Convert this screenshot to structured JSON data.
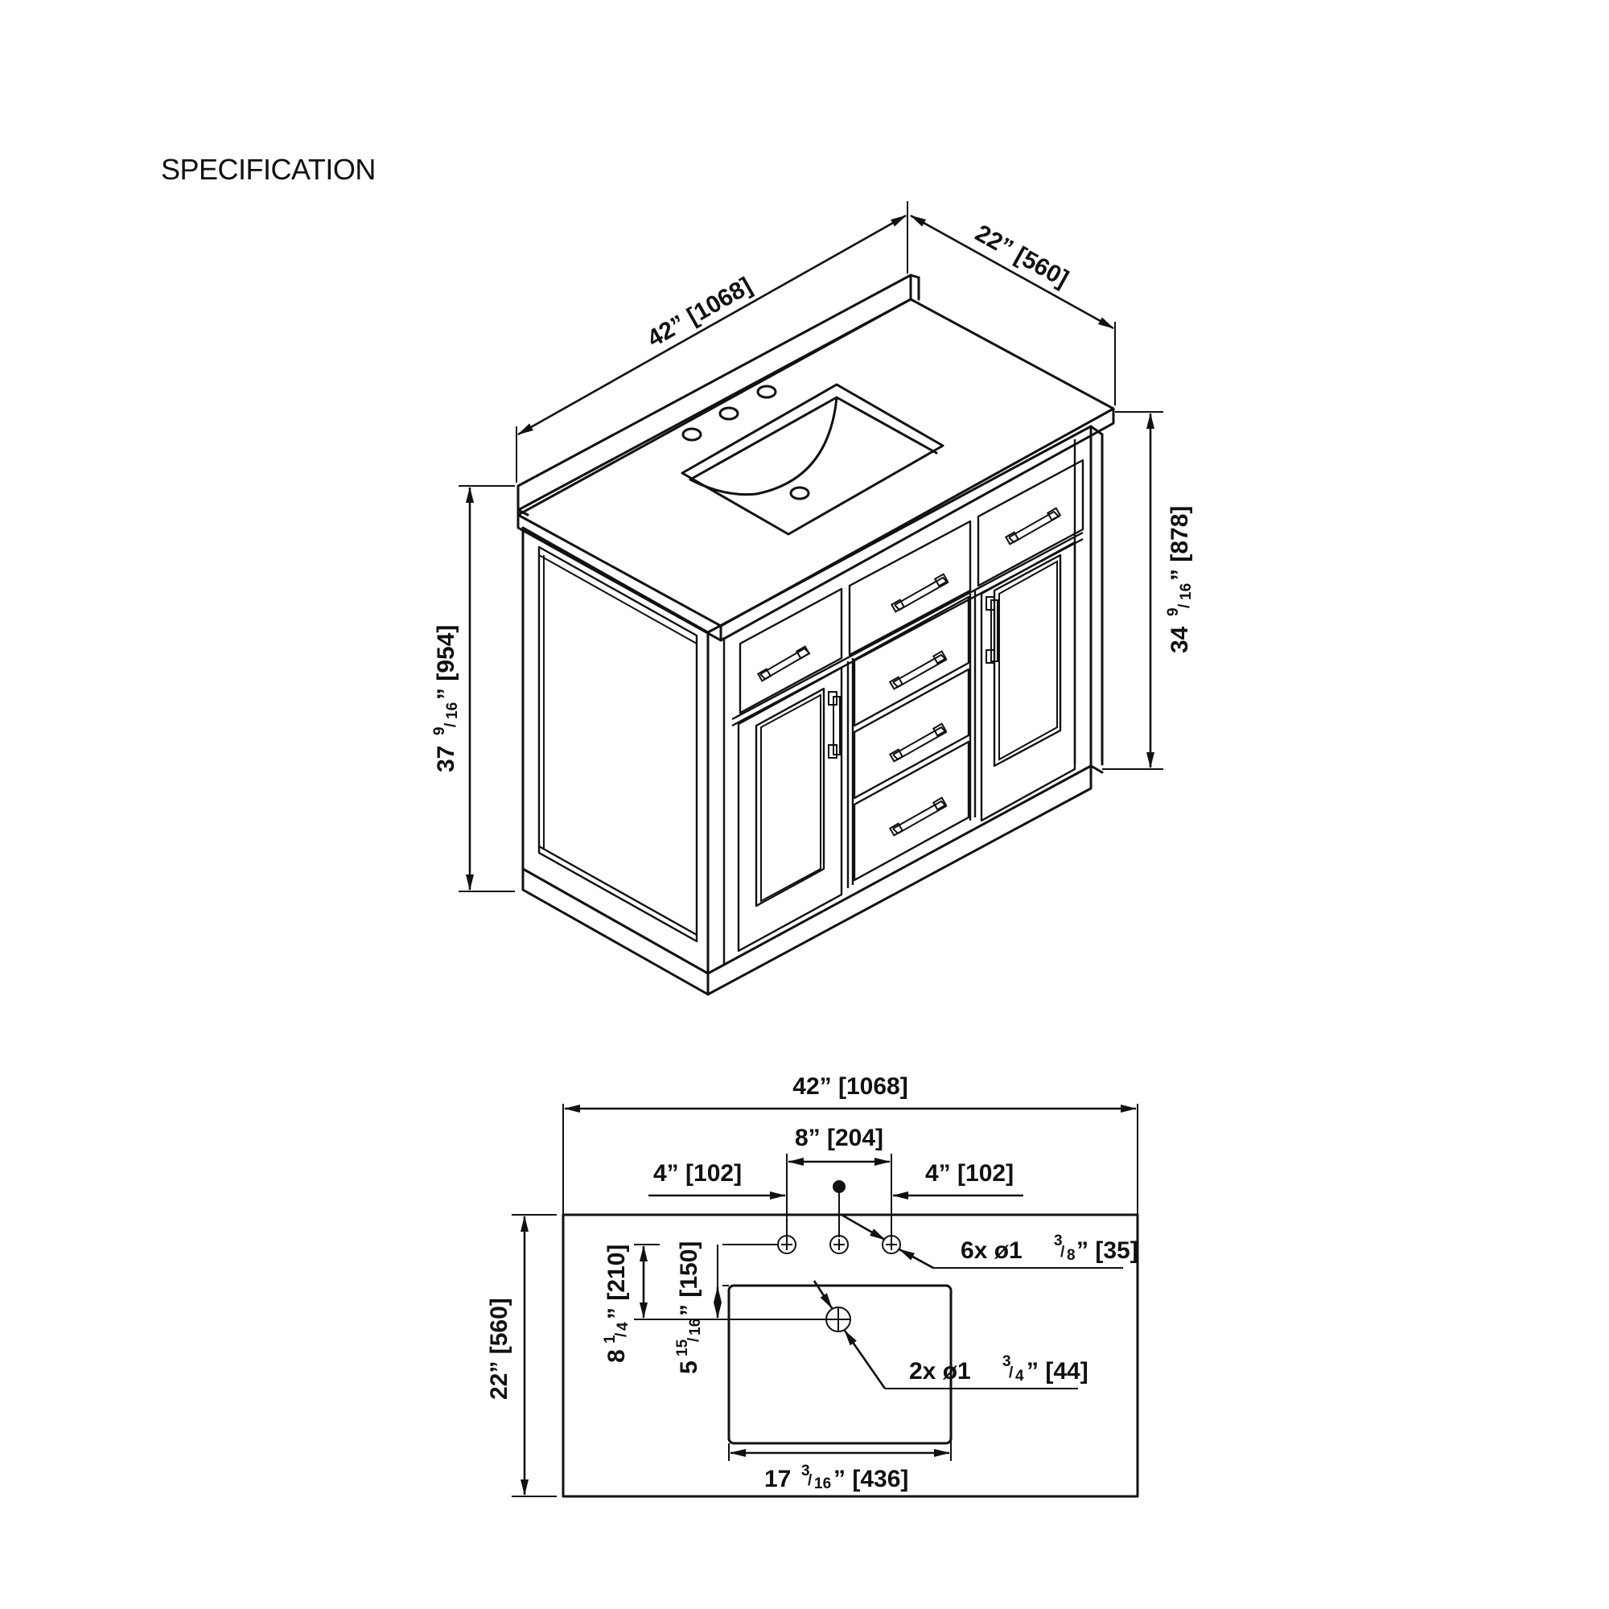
{
  "page": {
    "title": "SPECIFICATION"
  },
  "isometric_view": {
    "width_label": "42” [1068]",
    "depth_label": "22” [560]",
    "overall_height_label": {
      "whole": "37",
      "frac_num": "9",
      "frac_den": "16",
      "metric": "” [954]"
    },
    "counter_height_label": {
      "whole": "34",
      "frac_num": "9",
      "frac_den": "16",
      "metric": "” [878]"
    },
    "features": {
      "faucet_holes": 3,
      "undermount_sink": true,
      "drawers_top_row": 3,
      "drawers_center_stack": 3,
      "doors": 2,
      "backsplash": true
    }
  },
  "top_view": {
    "overall_width_label": "42” [1068]",
    "faucet_spread_label": "8” [204]",
    "left_offset_label": "4” [102]",
    "right_offset_label": "4” [102]",
    "depth_label": "22” [560]",
    "faucet_to_drain_label": {
      "whole": "8",
      "frac_num": "1",
      "frac_den": "4",
      "metric": "” [210]"
    },
    "sink_edge_to_drain_label": {
      "whole": "5",
      "frac_num": "15",
      "frac_den": "16",
      "metric": "” [150]"
    },
    "faucet_hole_callout": {
      "prefix": "6x ø1 ",
      "frac_num": "3",
      "frac_den": "8",
      "metric": "” [35]"
    },
    "drain_callout": {
      "prefix": "2x ø1 ",
      "frac_num": "3",
      "frac_den": "4",
      "metric": "” [44]"
    },
    "sink_width_label": {
      "whole": "17 ",
      "frac_num": "3",
      "frac_den": "16",
      "metric": "” [436]"
    }
  },
  "colors": {
    "line": "#111111",
    "background": "#ffffff"
  }
}
